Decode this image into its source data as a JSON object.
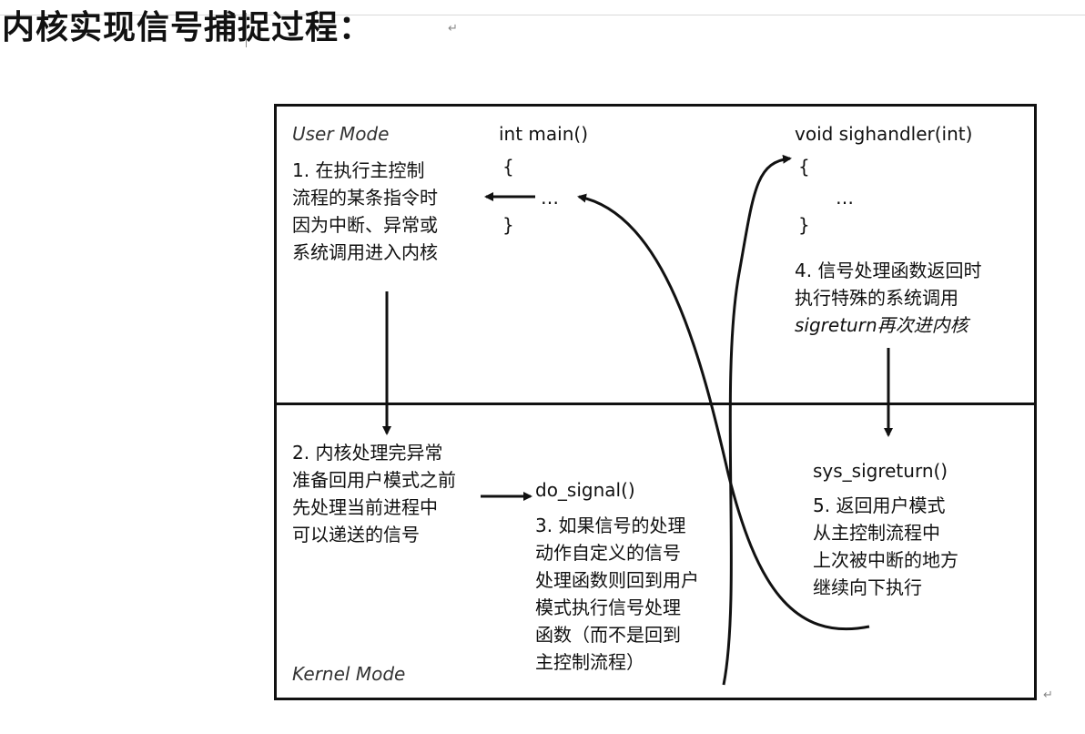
{
  "page": {
    "title": "内核实现信号捕捉过程：",
    "para_mark": "↵"
  },
  "diagram": {
    "user_mode_label": "User Mode",
    "kernel_mode_label": "Kernel Mode",
    "main": {
      "signature": "int main()",
      "open_brace": "{",
      "body": "…",
      "close_brace": "}"
    },
    "handler": {
      "signature": "void sighandler(int)",
      "open_brace": "{",
      "body": "…",
      "close_brace": "}"
    },
    "do_signal": "do_signal()",
    "sys_sigreturn": "sys_sigreturn()",
    "steps": {
      "step1": [
        "1. 在执行主控制",
        "流程的某条指令时",
        "因为中断、异常或",
        "系统调用进入内核"
      ],
      "step2": [
        "2. 内核处理完异常",
        "准备回用户模式之前",
        "先处理当前进程中",
        "可以递送的信号"
      ],
      "step3": [
        "3. 如果信号的处理",
        "动作自定义的信号",
        "处理函数则回到用户",
        "模式执行信号处理",
        "函数（而不是回到",
        "主控制流程）"
      ],
      "step4": [
        "4. 信号处理函数返回时",
        "执行特殊的系统调用",
        "sigreturn再次进内核"
      ],
      "step5": [
        "5. 返回用户模式",
        "从主控制流程中",
        "上次被中断的地方",
        "继续向下执行"
      ]
    }
  }
}
